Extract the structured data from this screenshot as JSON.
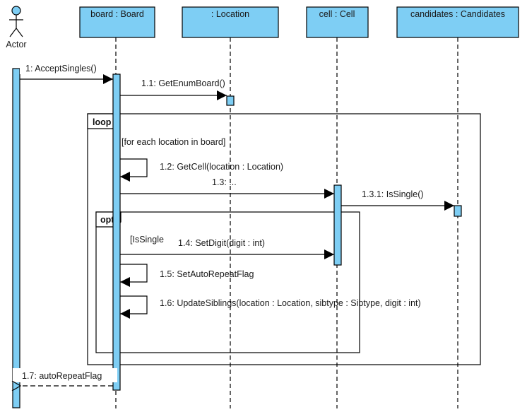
{
  "diagram": {
    "type": "UML sequence diagram",
    "colors": {
      "fill": "#7ecef4",
      "stroke": "#000000",
      "background": "#ffffff"
    },
    "actor": {
      "label": "Actor"
    },
    "lifelines": [
      {
        "id": "board",
        "label": "board : Board"
      },
      {
        "id": "location",
        "label": ": Location"
      },
      {
        "id": "cell",
        "label": "cell : Cell"
      },
      {
        "id": "candidates",
        "label": "candidates : Candidates"
      }
    ],
    "fragments": {
      "loop": {
        "operator": "loop",
        "guard": "[for each location in board]"
      },
      "opt": {
        "operator": "opt",
        "guard": "[IsSingle"
      }
    },
    "messages": [
      {
        "id": "m1",
        "label": "1: AcceptSingles()",
        "from": "actor",
        "to": "board",
        "kind": "sync"
      },
      {
        "id": "m1_1",
        "label": "1.1: GetEnumBoard()",
        "from": "board",
        "to": "location",
        "kind": "sync"
      },
      {
        "id": "m1_2",
        "label": "1.2: GetCell(location : Location)",
        "from": "board",
        "to": "board",
        "kind": "self"
      },
      {
        "id": "m1_3",
        "label": "1.3: ...",
        "from": "board",
        "to": "cell",
        "kind": "sync"
      },
      {
        "id": "m1_3_1",
        "label": "1.3.1: IsSingle()",
        "from": "cell",
        "to": "candidates",
        "kind": "sync"
      },
      {
        "id": "m1_4",
        "label": "1.4: SetDigit(digit : int)",
        "from": "board",
        "to": "cell",
        "kind": "sync"
      },
      {
        "id": "m1_5",
        "label": "1.5: SetAutoRepeatFlag",
        "from": "board",
        "to": "board",
        "kind": "self"
      },
      {
        "id": "m1_6",
        "label": "1.6: UpdateSiblings(location : Location, sibtype : Sibtype, digit : int)",
        "from": "board",
        "to": "board",
        "kind": "self"
      },
      {
        "id": "m1_7",
        "label": "1.7: autoRepeatFlag",
        "from": "board",
        "to": "actor",
        "kind": "return"
      }
    ]
  }
}
